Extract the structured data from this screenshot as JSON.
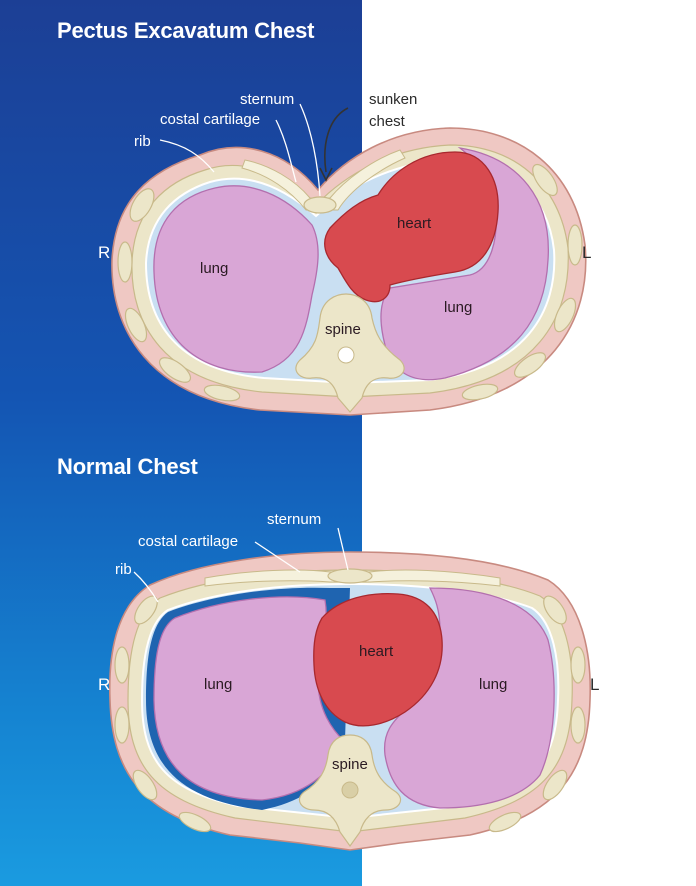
{
  "titles": {
    "pectus": "Pectus Excavatum Chest",
    "normal": "Normal Chest"
  },
  "pectus_labels": {
    "sternum": "sternum",
    "costal_cartilage": "costal cartilage",
    "rib": "rib",
    "sunken_line1": "sunken",
    "sunken_line2": "chest",
    "heart": "heart",
    "lung_right": "lung",
    "lung_left": "lung",
    "spine": "spine",
    "side_right": "R",
    "side_left": "L"
  },
  "normal_labels": {
    "sternum": "sternum",
    "costal_cartilage": "costal cartilage",
    "rib": "rib",
    "heart": "heart",
    "lung_right": "lung",
    "lung_left": "lung",
    "spine": "spine",
    "side_right": "R",
    "side_left": "L"
  },
  "colors": {
    "panel_top": "#1c3f95",
    "panel_bottom": "#1a9be0",
    "body_wall": "#efc8c3",
    "bone": "#ece6c9",
    "lung": "#d9a6d6",
    "heart": "#d84a4f",
    "pleura": "#c9dff2",
    "normal_cavity": "#1f64b0"
  }
}
